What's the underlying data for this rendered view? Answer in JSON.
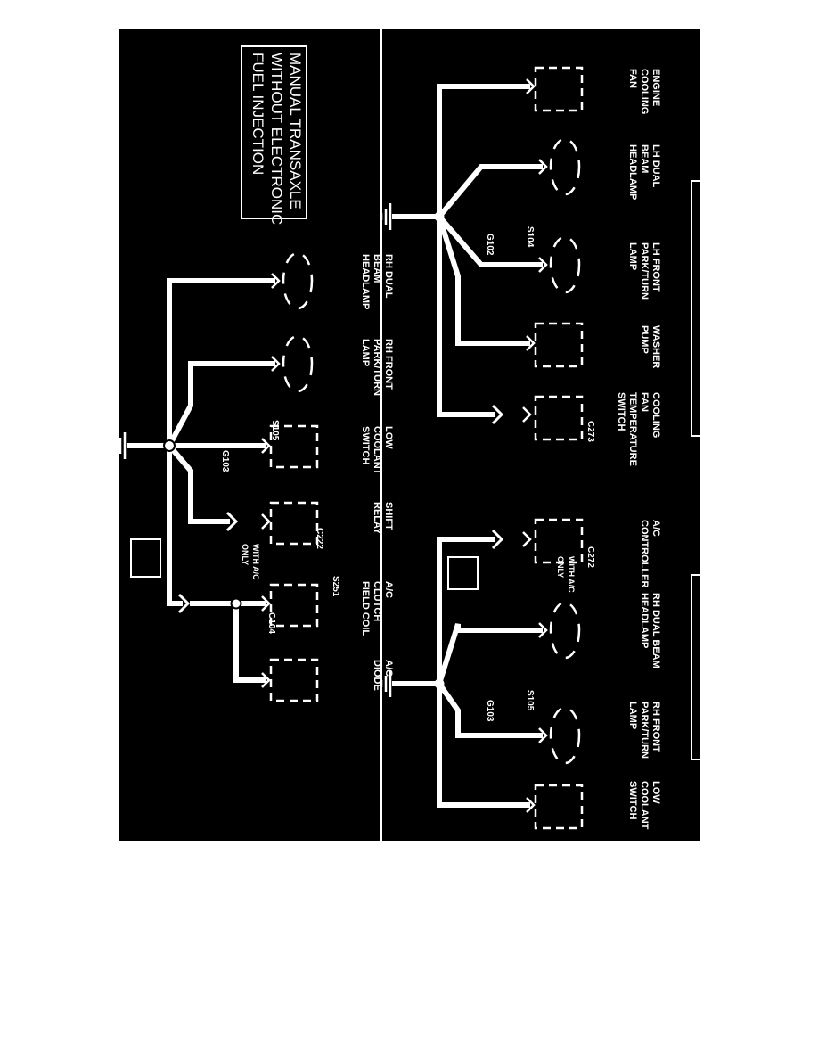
{
  "colors": {
    "background": "#000000",
    "ink": "#ffffff",
    "page": "#ffffff"
  },
  "right_panel": {
    "title_a": [
      "AUTOMATIC/MANUAL TRANSAXLE",
      "WITHOUT ELECTRONIC FUEL",
      "INJECTION"
    ],
    "title_b": [
      "AUTOMATIC TRANSAXLE",
      "WITHOUT ELECTRONIC",
      "FUEL INJECTION"
    ],
    "components_a": {
      "engine_cooling_fan": [
        "ENGINE",
        "COOLING",
        "FAN"
      ],
      "lh_dual_beam_headlamp": [
        "LH DUAL",
        "BEAM",
        "HEADLAMP"
      ],
      "lh_front_park_turn_lamp": [
        "LH FRONT",
        "PARK/TURN",
        "LAMP"
      ],
      "washer_pump": [
        "WASHER",
        "PUMP"
      ],
      "cooling_fan_temperature_switch": [
        "COOLING",
        "FAN",
        "TEMPERATURE",
        "SWITCH"
      ]
    },
    "splice_a": "S104",
    "ground_a": "G102",
    "connector_a": "C273",
    "components_b": {
      "ac_controller": [
        "A/C",
        "CONTROLLER"
      ],
      "rh_dual_beam_headlamp": [
        "RH DUAL BEAM",
        "HEADLAMP"
      ],
      "rh_front_park_turn_lamp": [
        "RH FRONT",
        "PARK/TURN",
        "LAMP"
      ],
      "low_coolant_switch": [
        "LOW",
        "COOLANT",
        "SWITCH"
      ]
    },
    "connector_b": "C272",
    "note_b": [
      "WITH A/C",
      "ONLY"
    ],
    "splice_b": "S105",
    "ground_b": "G103"
  },
  "left_panel": {
    "title": [
      "MANUAL TRANSAXLE",
      "WITHOUT ELECTRONIC",
      "FUEL INJECTION"
    ],
    "components": {
      "rh_dual_beam_headlamp": [
        "RH DUAL",
        "BEAM",
        "HEADLAMP"
      ],
      "rh_front_park_turn_lamp": [
        "RH FRONT",
        "PARK/TURN",
        "LAMP"
      ],
      "low_coolant_switch": [
        "LOW",
        "COOLANT",
        "SWITCH"
      ],
      "shift_relay": [
        "SHIFT",
        "RELAY"
      ],
      "ac_clutch_field_coil": [
        "A/C",
        "CLUTCH",
        "FIELD COIL"
      ],
      "ac_diode": [
        "A/C",
        "DIODE"
      ]
    },
    "splice_main": "S105",
    "ground": "G103",
    "connector_shift": "C222",
    "note": [
      "WITH A/C",
      "ONLY"
    ],
    "splice_ac": "S251",
    "connector_ac": "C104"
  }
}
